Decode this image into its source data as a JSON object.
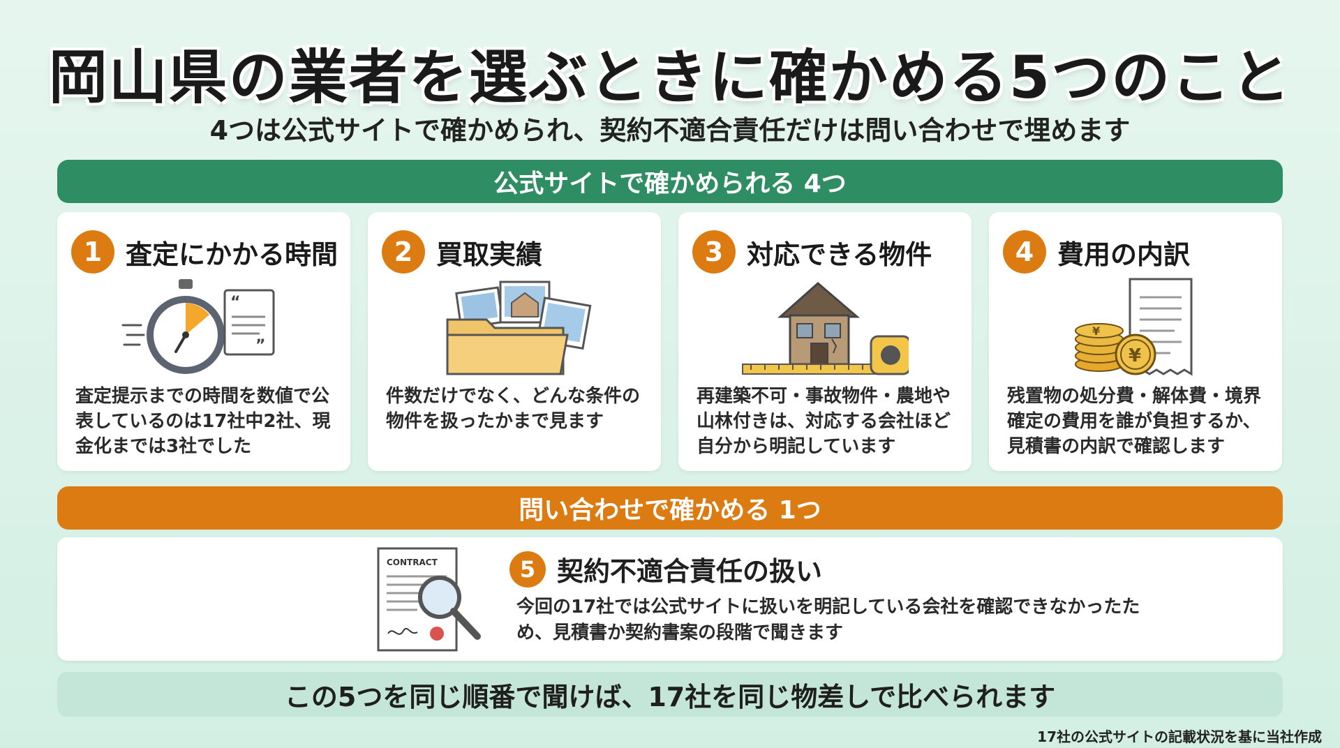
{
  "title": "岡山県の業者を選ぶときに確かめる5つのこと",
  "subtitle": "4つは公式サイトで確かめられ、契約不適合責任だけは問い合わせで埋めます",
  "section_public": "公式サイトで確かめられる 4つ",
  "cards": [
    {
      "num": "1",
      "title": "査定にかかる時間",
      "icon": "stopwatch-icon",
      "text": "査定提示までの時間を数値で公表しているのは17社中2社、現金化までは3社でした"
    },
    {
      "num": "2",
      "title": "買取実績",
      "icon": "folder-photos-icon",
      "text": "件数だけでなく、どんな条件の物件を扱ったかまで見ます"
    },
    {
      "num": "3",
      "title": "対応できる物件",
      "icon": "old-house-icon",
      "text": "再建築不可・事故物件・農地や山林付きは、対応する会社ほど自分から明記しています"
    },
    {
      "num": "4",
      "title": "費用の内訳",
      "icon": "receipt-coins-icon",
      "text": "残置物の処分費・解体費・境界確定の費用を誰が負担するか、見積書の内訳で確認します"
    }
  ],
  "section_inquiry": "問い合わせで確かめる 1つ",
  "inquiry": {
    "num": "5",
    "title": "契約不適合責任の扱い",
    "icon_label": "CONTRACT",
    "text": "今回の17社では公式サイトに扱いを明記している会社を確認できなかったため、見積書か契約書案の段階で聞きます"
  },
  "summary": "この5つを同じ順番で聞けば、17社を同じ物差しで比べられます",
  "source": "17社の公式サイトの記載状況を基に当社作成",
  "colors": {
    "green": "#2f8d63",
    "orange": "#dc7b12",
    "background": "#e6f6ef"
  }
}
